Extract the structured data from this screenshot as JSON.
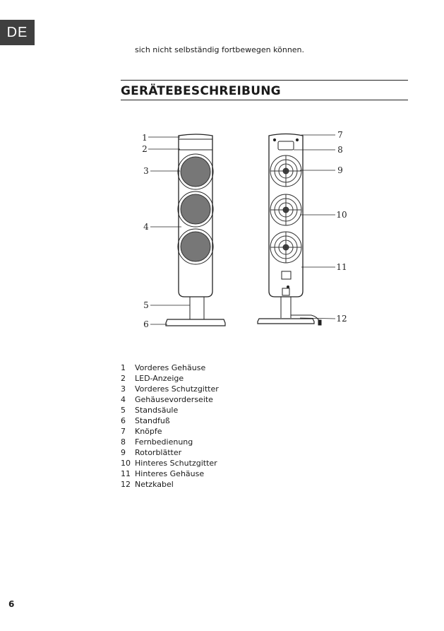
{
  "language_tab": "DE",
  "intro_text": "sich nicht selbständig fortbewegen können.",
  "section_title": "GERÄTEBESCHREIBUNG",
  "callouts": [
    "1",
    "2",
    "3",
    "4",
    "5",
    "6",
    "7",
    "8",
    "9",
    "10",
    "11",
    "12"
  ],
  "parts": [
    {
      "num": "1",
      "label": "Vorderes Gehäuse"
    },
    {
      "num": "2",
      "label": "LED-Anzeige"
    },
    {
      "num": "3",
      "label": "Vorderes Schutzgitter"
    },
    {
      "num": "4",
      "label": "Gehäusevorderseite"
    },
    {
      "num": "5",
      "label": "Standsäule"
    },
    {
      "num": "6",
      "label": "Standfuß"
    },
    {
      "num": "7",
      "label": "Knöpfe"
    },
    {
      "num": "8",
      "label": "Fernbedienung"
    },
    {
      "num": "9",
      "label": "Rotorblätter"
    },
    {
      "num": "10",
      "label": "Hinteres Schutzgitter"
    },
    {
      "num": "11",
      "label": "Hinteres Gehäuse"
    },
    {
      "num": "12",
      "label": "Netzkabel"
    }
  ],
  "page_number": "6"
}
